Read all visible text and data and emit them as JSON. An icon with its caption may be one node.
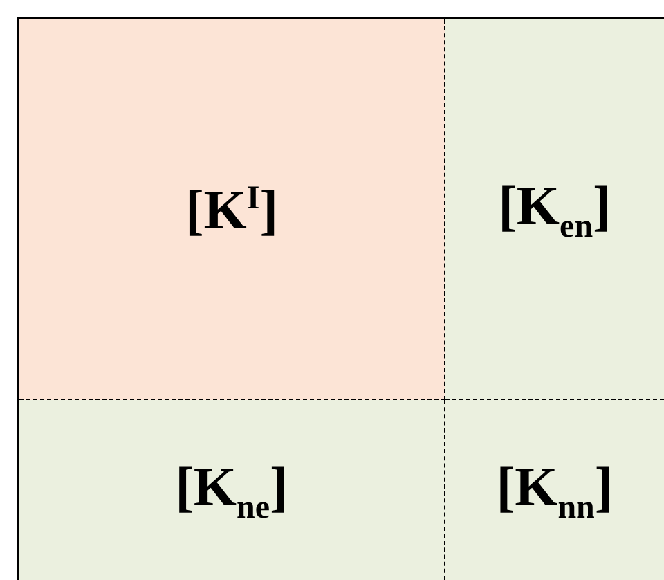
{
  "diagram": {
    "nodes": [
      {
        "text": [
          "[K$^{I}$]"
        ]
      },
      {
        "text": [
          "[K$_{en}$]"
        ]
      },
      {
        "text": [
          "[K$_{ne}$]"
        ]
      },
      {
        "text": [
          "[K$_{nn}$]"
        ]
      }
    ]
  }
}
